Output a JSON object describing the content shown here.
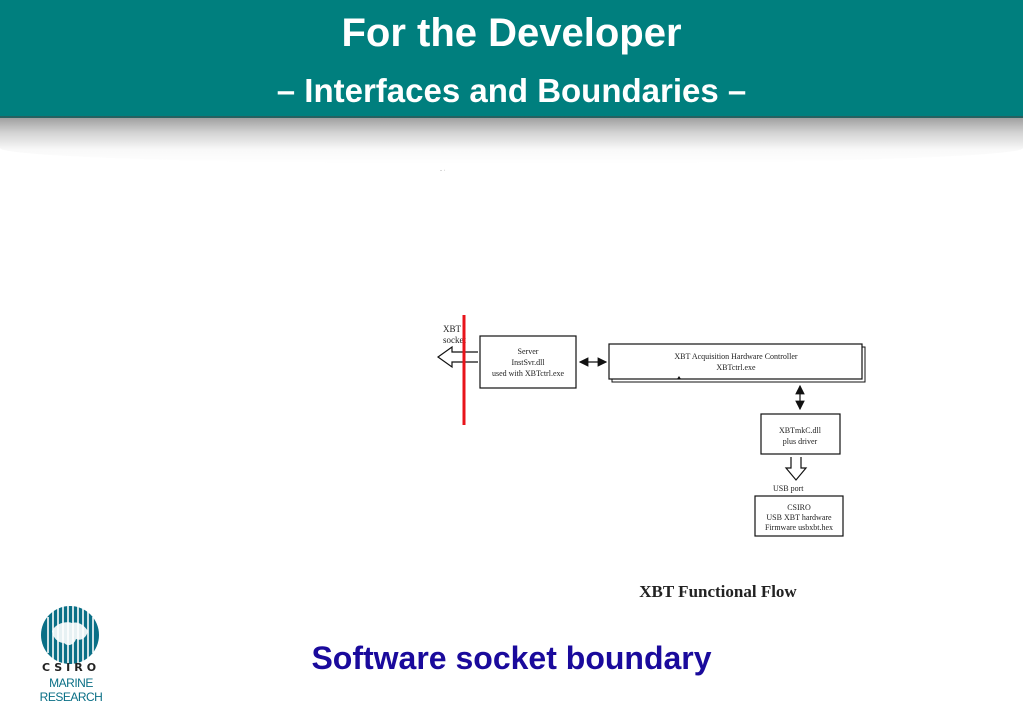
{
  "header": {
    "title": "For the Developer",
    "subtitle": "– Interfaces and Boundaries –"
  },
  "diagram": {
    "socket_label_line1": "XBT",
    "socket_label_line2": "socket",
    "server_line1": "Server",
    "server_line2": "InstSvr.dll",
    "server_line3": "used with  XBTctrl.exe",
    "controller_line1": "XBT Acquisition Hardware Controller",
    "controller_line2": "XBTctrl.exe",
    "xbtmk_line1": "XBTmkC.dll",
    "xbtmk_line2": "plus driver",
    "usb_port_label": "USB port",
    "hardware_line1": "CSIRO",
    "hardware_line2": "USB XBT hardware",
    "hardware_line3": "Firmware usbxbt.hex",
    "caption": "XBT Functional Flow",
    "boundary_color": "#e8141b"
  },
  "bottom_caption": "Software socket boundary",
  "logo": {
    "name": "CSIRO",
    "division": "MARINE RESEARCH",
    "color": "#0a6f86"
  }
}
